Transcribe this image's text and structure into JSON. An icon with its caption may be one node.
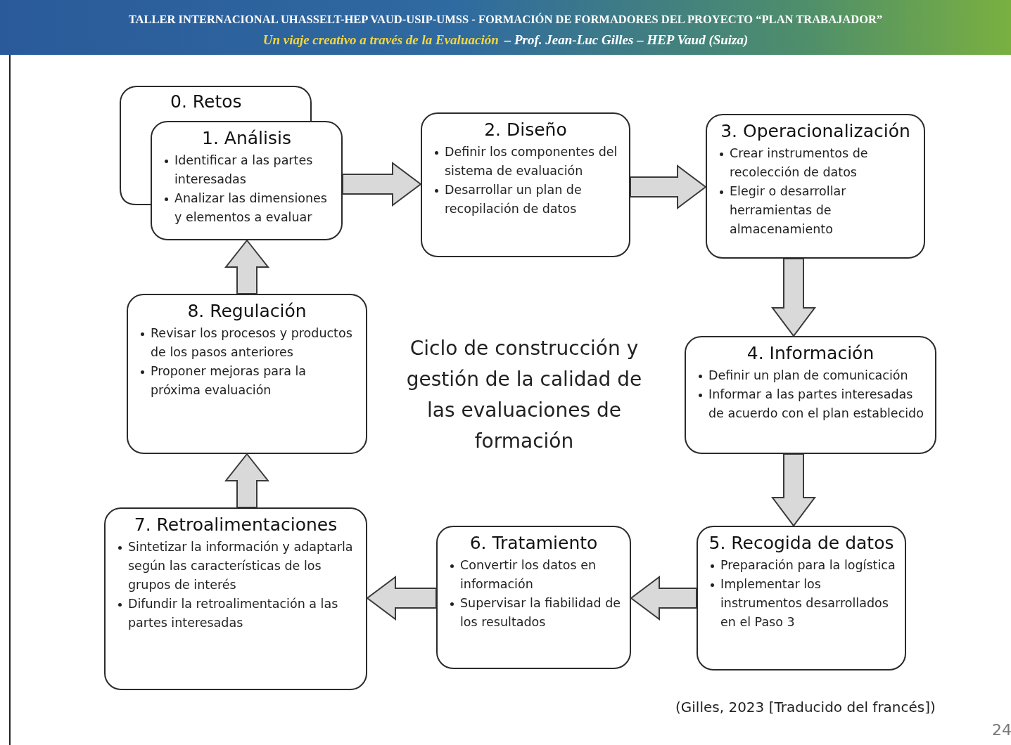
{
  "diagram": {
    "title": "TALLER INTERNACIONAL UHASSELT-HEP VAUD-USIP-UMSS - FORMACIÓN DE FORMADORES DEL PROYECTO “PLAN TRABAJADOR”",
    "nodes": [
      {
        "text": [
          "0. Retos"
        ]
      },
      {
        "text": [
          "1. Análisis",
          "Identificar a las partes interesadas",
          "Analizar las dimensiones y elementos a evaluar"
        ]
      },
      {
        "text": [
          "2. Diseño",
          "Definir los componentes del sistema de evaluación",
          "Desarrollar un plan de recopilación de datos"
        ]
      },
      {
        "text": [
          "3. Operacionalización",
          "Crear instrumentos de recolección de datos",
          "Elegir o desarrollar herramientas de almacenamiento"
        ]
      },
      {
        "text": [
          "4. Información",
          "Definir un plan de comunicación",
          "Informar a las partes interesadas de acuerdo con el plan establecido"
        ]
      },
      {
        "text": [
          "5. Recogida de datos",
          "Preparación para la logística",
          "Implementar los instrumentos desarrollados en el Paso 3"
        ]
      },
      {
        "text": [
          "6. Tratamiento",
          "Convertir los datos en información",
          "Supervisar la fiabilidad de los resultados"
        ]
      },
      {
        "text": [
          "7. Retroalimentaciones",
          "Sintetizar la información y adaptarla según las características de los grupos de interés",
          "Difundir la retroalimentación a las partes interesadas"
        ]
      },
      {
        "text": [
          "8. Regulación",
          "Revisar los procesos y productos de los pasos anteriores",
          "Proponer mejoras para la próxima evaluación"
        ]
      }
    ],
    "edges": [
      {
        "from": 1,
        "to": 2,
        "arrow": "to"
      },
      {
        "from": 2,
        "to": 3,
        "arrow": "to"
      },
      {
        "from": 3,
        "to": 4,
        "arrow": "to"
      },
      {
        "from": 4,
        "to": 5,
        "arrow": "to"
      },
      {
        "from": 5,
        "to": 6,
        "arrow": "to"
      },
      {
        "from": 6,
        "to": 7,
        "arrow": "to"
      },
      {
        "from": 7,
        "to": 8,
        "arrow": "to"
      },
      {
        "from": 8,
        "to": 1,
        "arrow": "to"
      }
    ],
    "labels": [
      "Un viaje creativo a través de la Evaluación",
      "– Prof. Jean-Luc Gilles – HEP Vaud (Suiza)",
      "Ciclo de construcción y gestión de la calidad de las evaluaciones de formación",
      "(Gilles, 2023  [Traducido del francés])",
      "24"
    ]
  }
}
